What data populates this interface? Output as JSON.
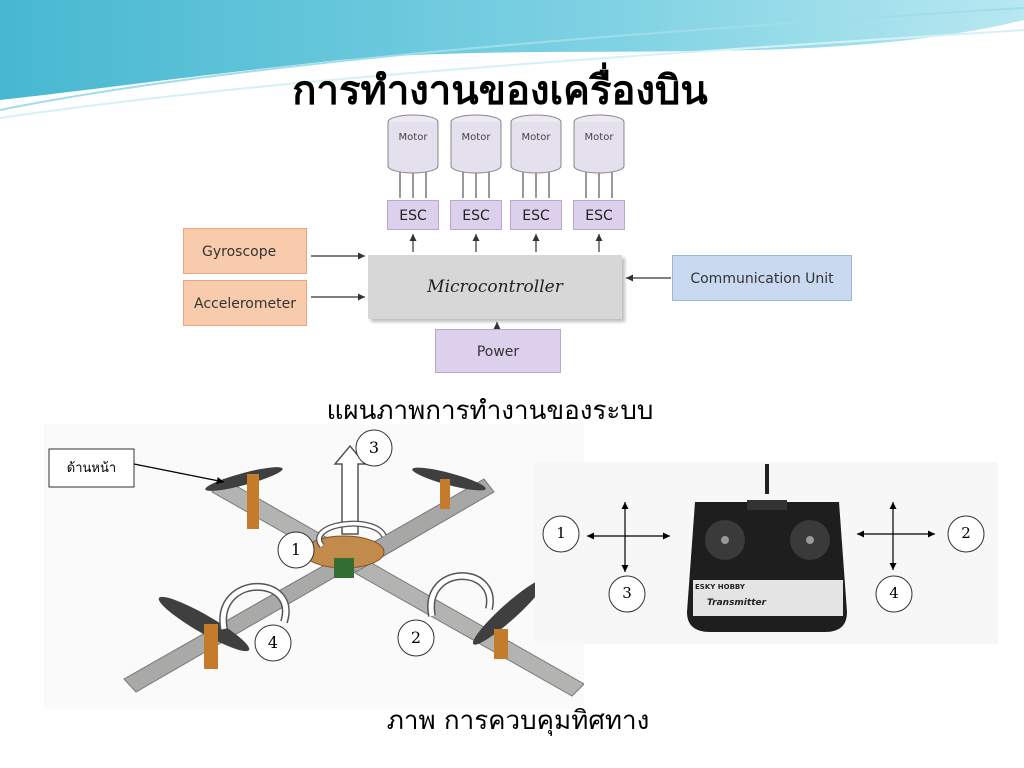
{
  "slide": {
    "title": "การทำงานของเครื่องบิน"
  },
  "block_diagram": {
    "motors": [
      "Motor",
      "Motor",
      "Motor",
      "Motor"
    ],
    "escs": [
      "ESC",
      "ESC",
      "ESC",
      "ESC"
    ],
    "sensors": [
      "Gyroscope",
      "Accelerometer"
    ],
    "controller": "Microcontroller",
    "communication": "Communication Unit",
    "power": "Power",
    "caption": "แผนภาพการทำงานของระบบ"
  },
  "quad_photo": {
    "front_label": "ด้านหน้า",
    "callouts": [
      "1",
      "2",
      "3",
      "4"
    ]
  },
  "remote_photo": {
    "callouts": [
      "1",
      "2",
      "3",
      "4"
    ],
    "brand": "ESKY HOBBY",
    "model": "Transmitter"
  },
  "caption": "ภาพ การควบคุมทิศทาง",
  "colors": {
    "esc": "#ddd0ec",
    "sensor": "#f8cbad",
    "comm": "#c9d9f0",
    "controller": "#d7d7d7",
    "header": "#4fc1d6"
  }
}
